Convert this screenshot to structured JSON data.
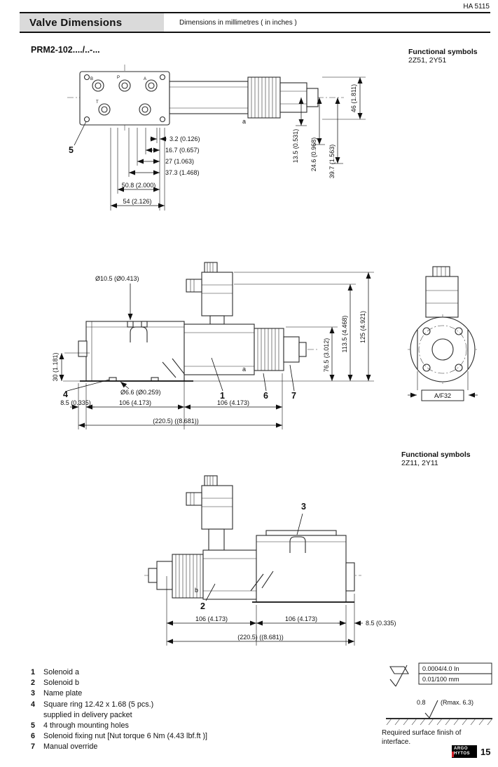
{
  "header": {
    "doc_ref": "HA 5115",
    "title": "Valve Dimensions",
    "subtitle": "Dimensions in millimetres ( in inches )",
    "model": "PRM2-102..../..-..."
  },
  "symbols_top": {
    "label": "Functional symbols",
    "value": "2Z51, 2Y51"
  },
  "symbols_bottom": {
    "label": "Functional symbols",
    "value": "2Z11, 2Y11"
  },
  "drawing_top": {
    "dim_3_2": "3.2 (0.126)",
    "dim_16_7": "16.7 (0.657)",
    "dim_27": "27 (1.063)",
    "dim_37_3": "37.3 (1.468)",
    "dim_50_8": "50.8 (2.000)",
    "dim_54": "54 (2.126)",
    "dim_46": "46 (1.811)",
    "dim_13_5": "13.5 (0.531)",
    "dim_24_6": "24.6 (0.968)",
    "dim_39_7": "39.7 (1.563)",
    "label_5": "5",
    "label_a": "a",
    "port_letters": {
      "b": "B",
      "p": "P",
      "a": "A",
      "t": "T"
    }
  },
  "drawing_middle": {
    "dim_hole_top": "Ø10.5 (Ø0.413)",
    "dim_hole_bottom": "Ø6.6 (Ø0.259)",
    "dim_30": "30 (1.181)",
    "dim_76_5": "76.5 (3.012)",
    "dim_113_5": "113.5 (4.468)",
    "dim_125": "125 (4.921)",
    "dim_8_5": "8.5 (0.335)",
    "dim_106_left": "106 (4.173)",
    "dim_106_right": "106 (4.173)",
    "dim_total": "(220.5) ((8.681))",
    "af_label": "A/F32",
    "label_4": "4",
    "label_1": "1",
    "label_6": "6",
    "label_7": "7",
    "label_a": "a"
  },
  "drawing_bottom": {
    "dim_106_left": "106 (4.173)",
    "dim_106_right": "106 (4.173)",
    "dim_8_5": "8.5 (0.335)",
    "dim_total": "(220.5) ((8.681))",
    "label_3": "3",
    "label_2": "2",
    "label_b": "b"
  },
  "legend": {
    "items": [
      {
        "num": "1",
        "text": "Solenoid a"
      },
      {
        "num": "2",
        "text": "Solenoid b"
      },
      {
        "num": "3",
        "text": "Name plate"
      },
      {
        "num": "4",
        "text": "Square ring 12.42 x 1.68 (5 pcs.)"
      },
      {
        "num": "",
        "text": "supplied in delivery packet"
      },
      {
        "num": "5",
        "text": "4 through mounting holes"
      },
      {
        "num": "6",
        "text": "Solenoid fixing nut [Nut torque 6 Nm (4.43 lbf.ft )]"
      },
      {
        "num": "7",
        "text": "Manual override"
      }
    ]
  },
  "surface_finish": {
    "value_in": "0.0004/4.0 In",
    "value_mm": "0.01/100 mm",
    "roughness": "0.8",
    "rmax": "(Rmax.  6.3)",
    "caption_line1": "Required surface finish of",
    "caption_line2": "interface."
  },
  "footer": {
    "brand_top": "ARGO",
    "brand_bottom": "HYTOS",
    "page_number": "15"
  },
  "colors": {
    "accent_red": "#d21f26",
    "band_gray": "#dadada"
  }
}
